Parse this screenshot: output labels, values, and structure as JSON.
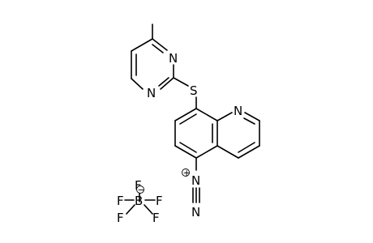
{
  "molecule": {
    "pyrimidine_ring": {
      "n1_label": "N",
      "n3_label": "N"
    },
    "thioether": {
      "s_label": "S"
    },
    "quinoline_ring": {
      "n_label": "N"
    },
    "diazonium": {
      "n_inner_label": "N",
      "n_outer_label": "N",
      "charge_sign": "+"
    }
  },
  "counterion": {
    "boron_label": "B",
    "fluorine_labels": [
      "F",
      "F",
      "F",
      "F"
    ],
    "charge_sign": "−"
  }
}
